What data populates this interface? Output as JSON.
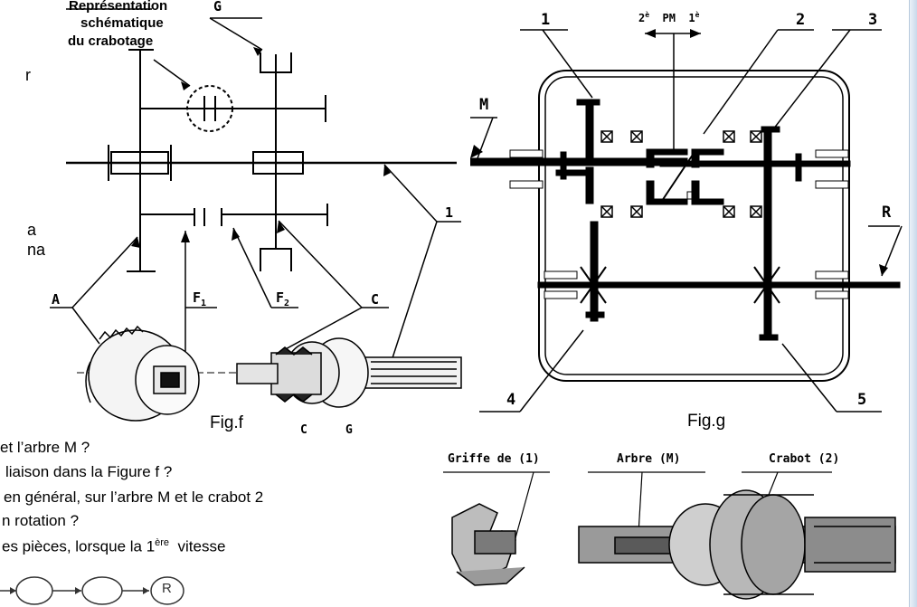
{
  "fig_f": {
    "annotation": [
      "Représentation",
      "schématique",
      "du crabotage"
    ],
    "labels": {
      "g_top": "G",
      "one": "1",
      "a": "A",
      "f1": "F",
      "f1_sub": "1",
      "f2": "F",
      "f2_sub": "2",
      "c": "C",
      "c_bottom": "C",
      "g_bottom": "G"
    },
    "caption": "Fig.f"
  },
  "fig_g": {
    "labels": {
      "n1": "1",
      "n2": "2",
      "n3": "3",
      "n4": "4",
      "n5": "5",
      "m": "M",
      "r": "R",
      "pm": "PM",
      "v2": "2",
      "v2_sup": "è",
      "v1": "1",
      "v1_sup": "è"
    },
    "caption": "Fig.g"
  },
  "fig_bottom": {
    "labels": {
      "griffe": "Griffe de (1)",
      "arbre": "Arbre (M)",
      "crabot": "Crabot (2)"
    }
  },
  "left_fragments": [
    "r",
    "a",
    "na"
  ],
  "questions": {
    "q1": "et l’arbre M ?",
    "q2": "liaison dans la Figure f ?",
    "q3": "en général, sur l’arbre M et le crabot 2",
    "q4": "n rotation ?",
    "q5_a": "es pièces, lorsque la 1",
    "q5_sup": "ère",
    "q5_b": "vitesse"
  },
  "chain": {
    "end": "R"
  }
}
